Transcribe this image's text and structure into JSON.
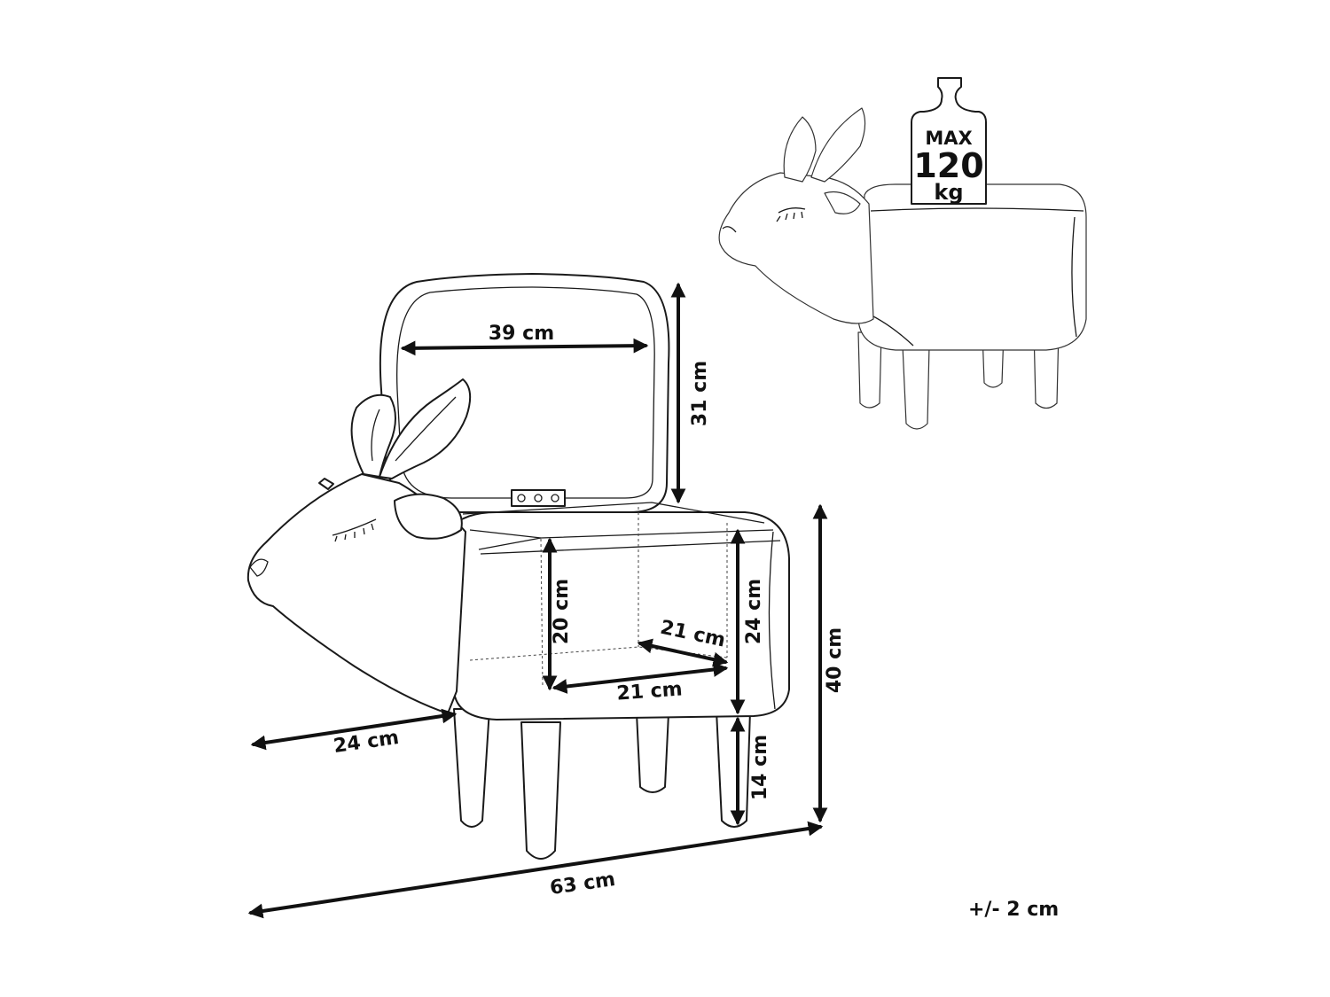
{
  "dimensions": {
    "lid_width": "39 cm",
    "lid_height": "31 cm",
    "inner_depth": "20 cm",
    "body_height": "24 cm",
    "overall_height": "40 cm",
    "inner_width": "21 cm",
    "inner_length": "21 cm",
    "front_depth": "24 cm",
    "leg_height": "14 cm",
    "overall_length": "63 cm"
  },
  "weight": {
    "line1": "MAX",
    "line2": "120",
    "line3": "kg"
  },
  "tolerance": "+/- 2 cm",
  "colors": {
    "line": "#1a1a1a",
    "background": "#ffffff"
  }
}
